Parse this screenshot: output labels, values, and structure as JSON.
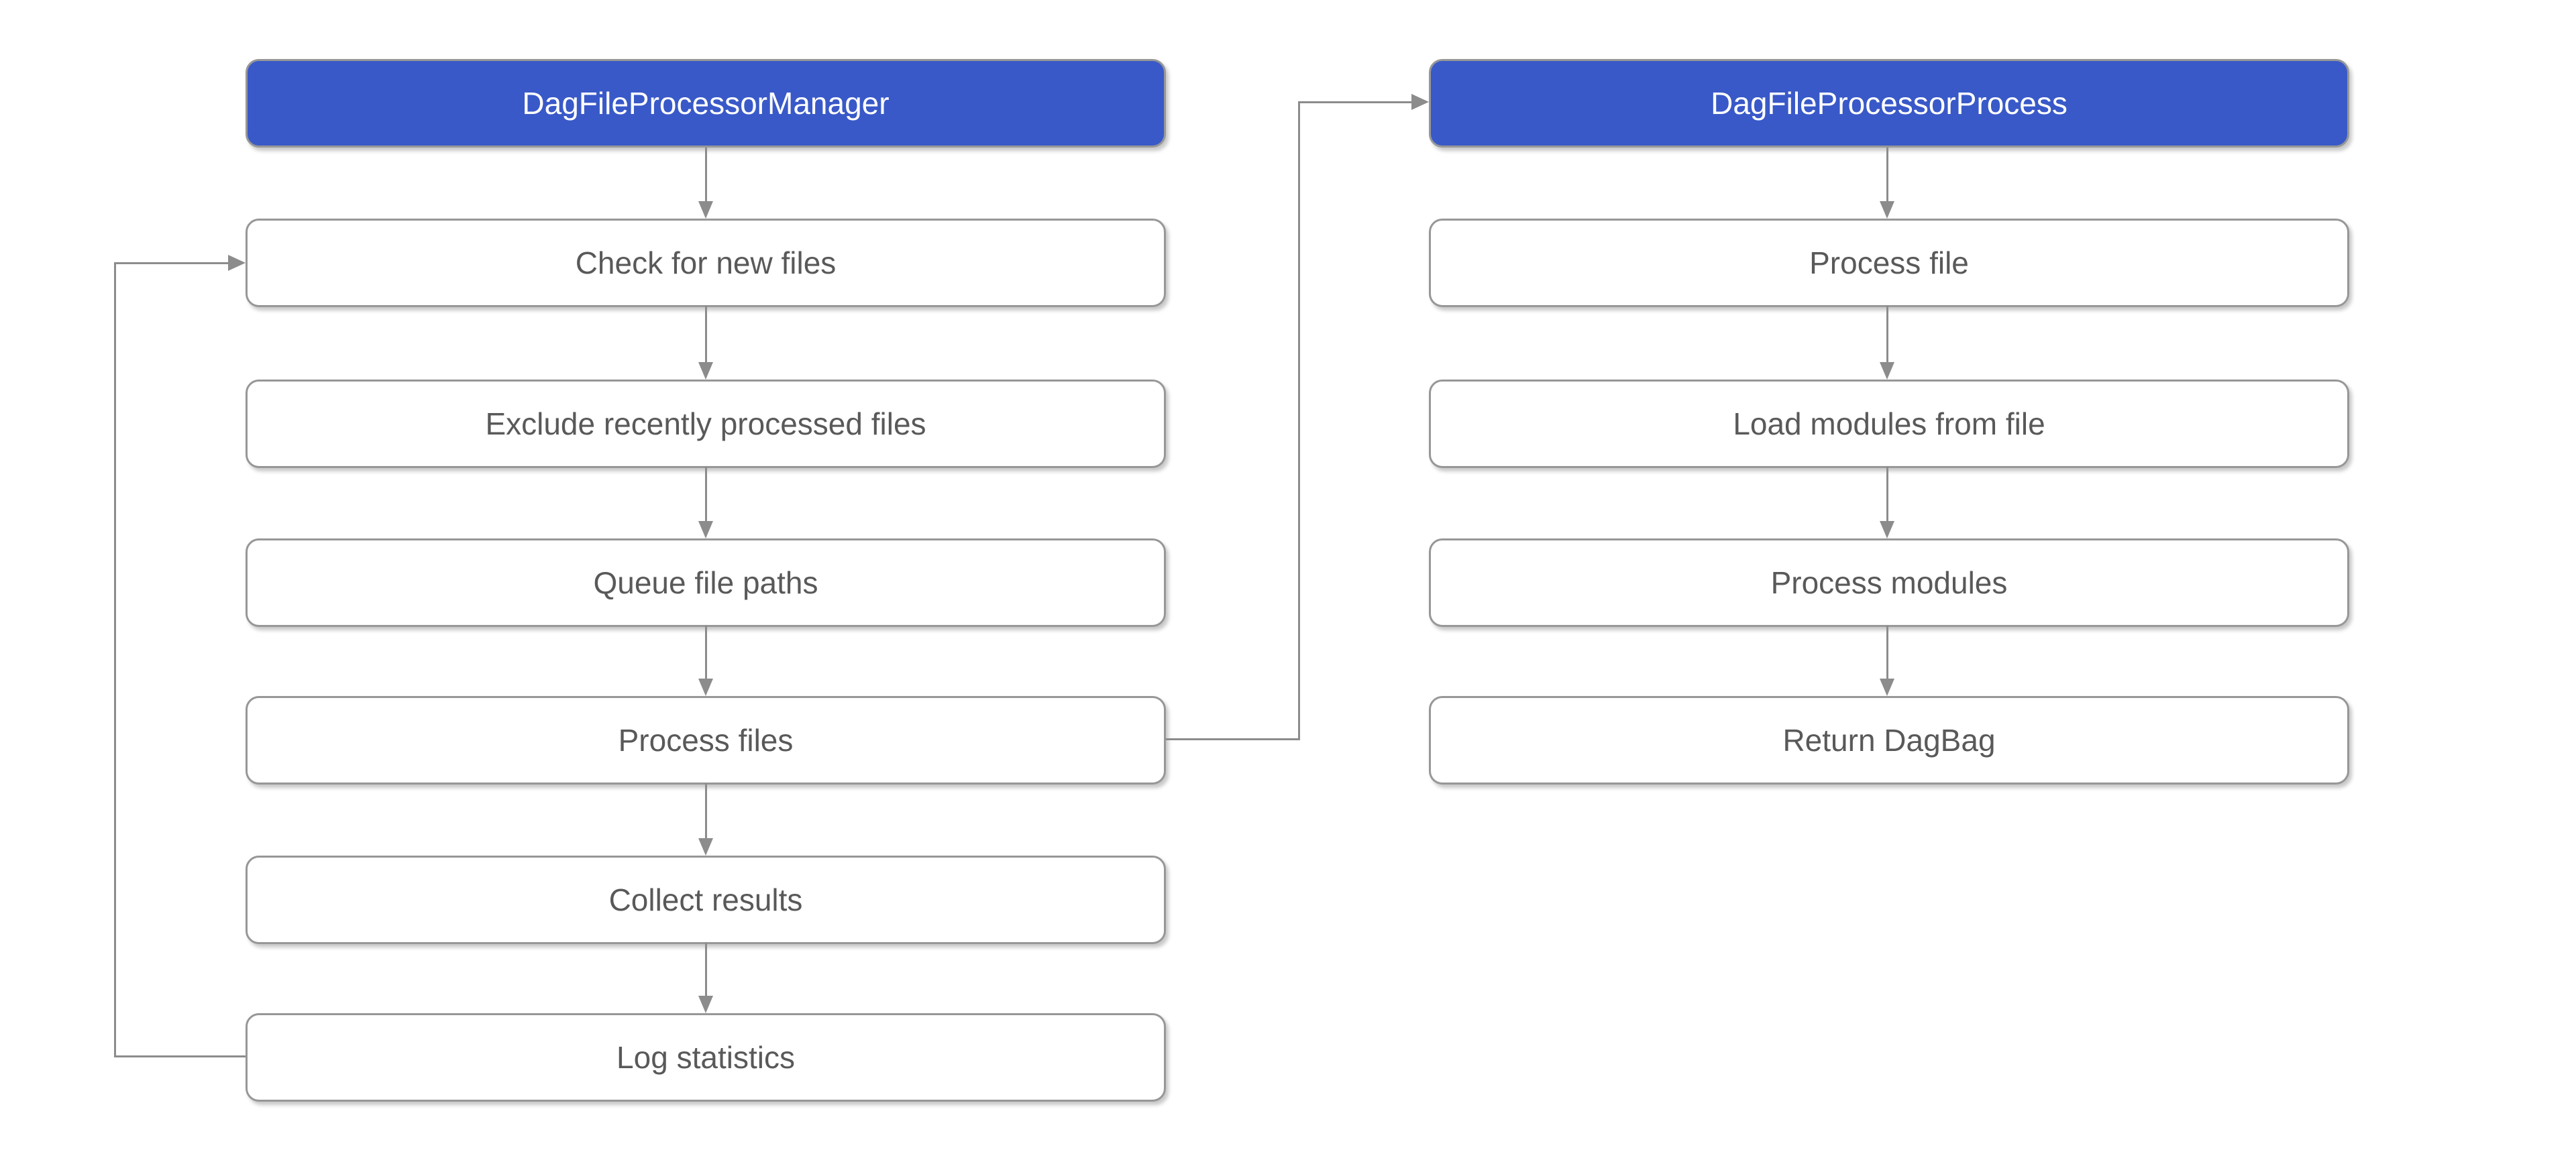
{
  "diagram": {
    "type": "flowchart",
    "background": "#ffffff",
    "colors": {
      "header_fill": "#3959C8",
      "header_text": "#ffffff",
      "box_fill": "#ffffff",
      "box_border": "#979797",
      "box_text": "#595959",
      "connector": "#8C8C8C"
    },
    "columns": [
      {
        "id": "manager",
        "header": "DagFileProcessorManager",
        "steps": [
          "Check for new files",
          "Exclude recently processed files",
          "Queue file paths",
          "Process files",
          "Collect results",
          "Log statistics"
        ]
      },
      {
        "id": "process",
        "header": "DagFileProcessorProcess",
        "steps": [
          "Process file",
          "Load modules from file",
          "Process modules",
          "Return DagBag"
        ]
      }
    ],
    "connections": [
      {
        "from": "DagFileProcessorManager",
        "to": "Check for new files",
        "style": "straight-down"
      },
      {
        "from": "Check for new files",
        "to": "Exclude recently processed files",
        "style": "straight-down"
      },
      {
        "from": "Exclude recently processed files",
        "to": "Queue file paths",
        "style": "straight-down"
      },
      {
        "from": "Queue file paths",
        "to": "Process files",
        "style": "straight-down"
      },
      {
        "from": "Process files",
        "to": "Collect results",
        "style": "straight-down"
      },
      {
        "from": "Collect results",
        "to": "Log statistics",
        "style": "straight-down"
      },
      {
        "from": "Log statistics",
        "to": "Check for new files",
        "style": "loop-left"
      },
      {
        "from": "Process files",
        "to": "DagFileProcessorProcess",
        "style": "elbow-right"
      },
      {
        "from": "DagFileProcessorProcess",
        "to": "Process file",
        "style": "straight-down"
      },
      {
        "from": "Process file",
        "to": "Load modules from file",
        "style": "straight-down"
      },
      {
        "from": "Load modules from file",
        "to": "Process modules",
        "style": "straight-down"
      },
      {
        "from": "Process modules",
        "to": "Return DagBag",
        "style": "straight-down"
      }
    ]
  }
}
